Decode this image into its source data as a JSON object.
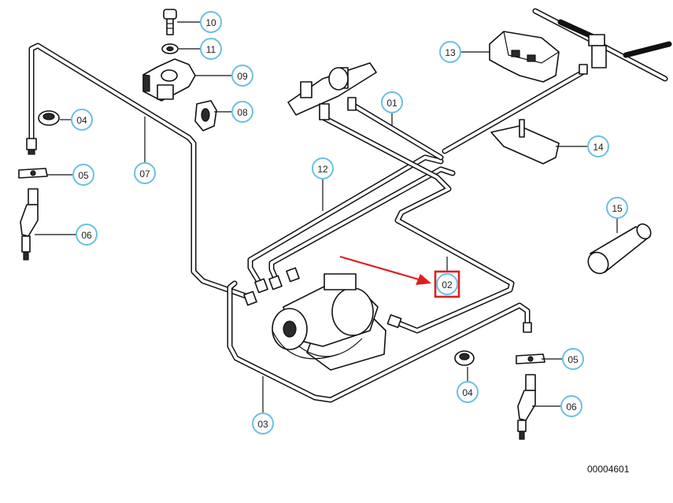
{
  "callouts": {
    "c10": "10",
    "c11": "11",
    "c09": "09",
    "c08": "08",
    "c04a": "04",
    "c05a": "05",
    "c06a": "06",
    "c07": "07",
    "c13": "13",
    "c01": "01",
    "c14": "14",
    "c12": "12",
    "c15": "15",
    "c02": "02",
    "c03": "03",
    "c04b": "04",
    "c05b": "05",
    "c06b": "06"
  },
  "document_number": "00004601",
  "colors": {
    "highlight": "#e01e1e",
    "callout_ring": "#6bbfe6",
    "line": "#111111"
  }
}
